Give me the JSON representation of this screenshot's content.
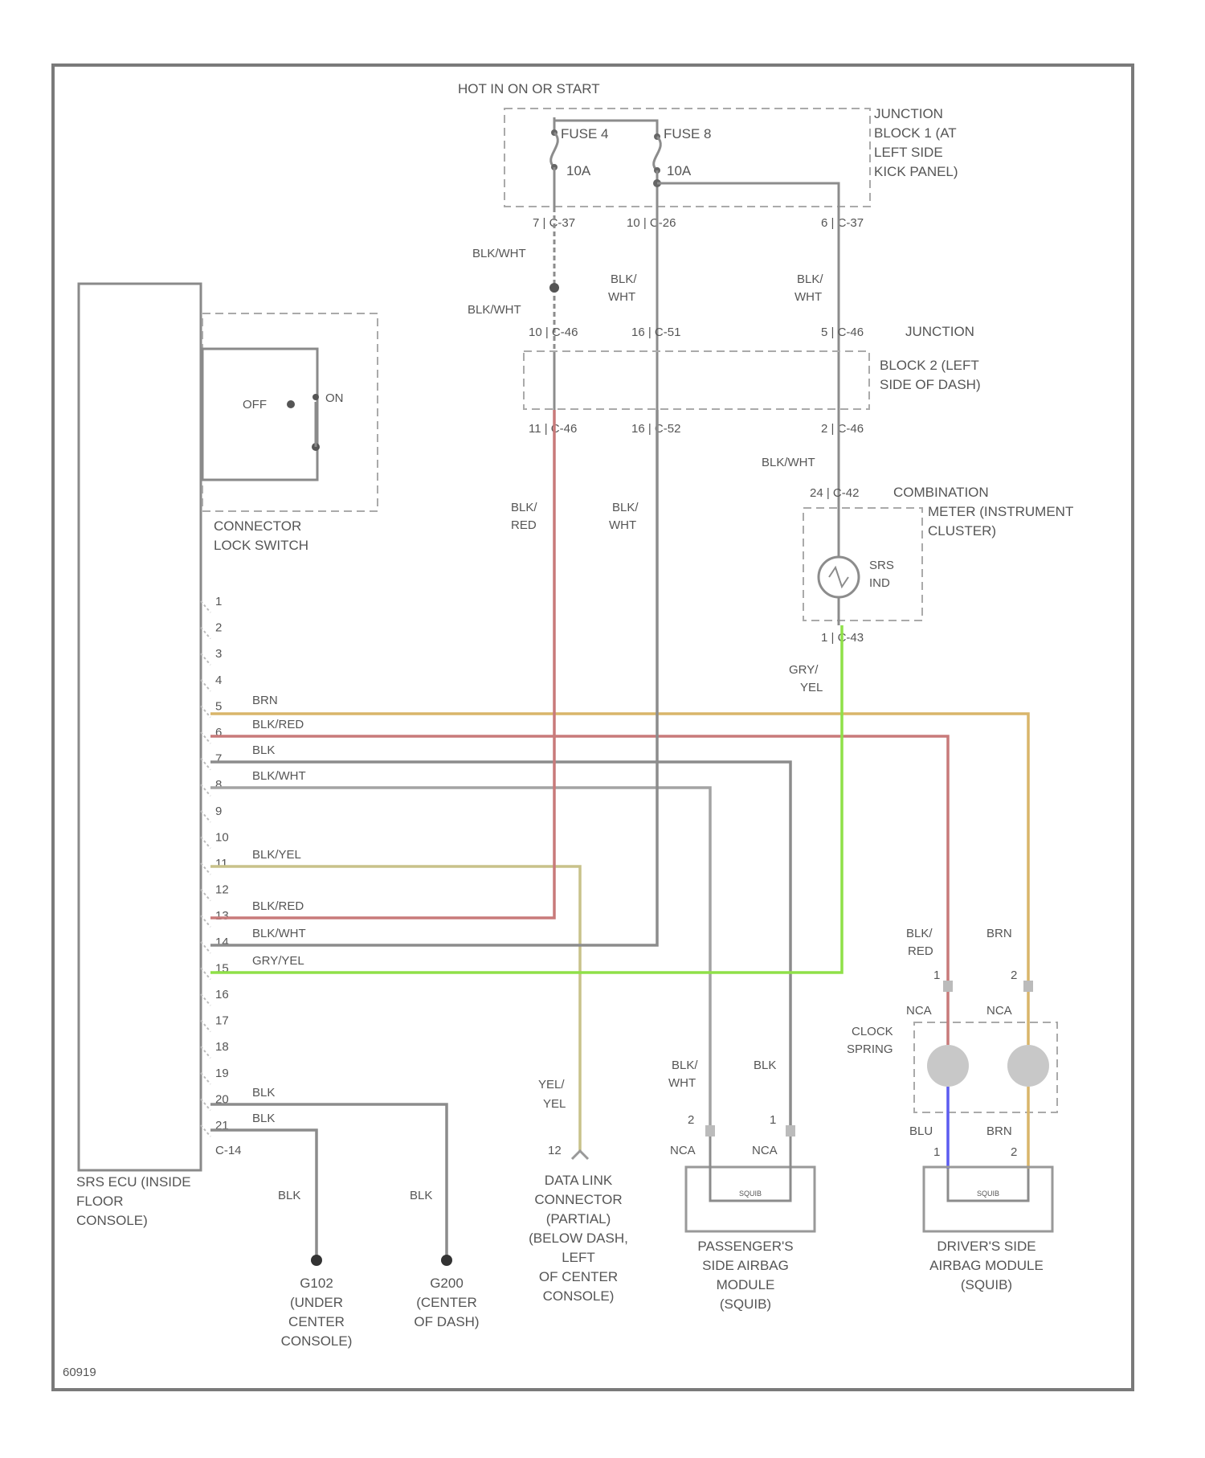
{
  "colors": {
    "brn": "#d9b56a",
    "blk_red": "#c87a7a",
    "blk": "#8c8c8c",
    "blk_wht": "#a3a3a3",
    "blk_yel": "#c8c28a",
    "gry_yel": "#8fe048",
    "blu": "#5c5cf0",
    "frame": "#7a7a7a"
  },
  "top_label": "HOT IN ON OR START",
  "fuse_a": {
    "name": "FUSE 4",
    "rating": "10A"
  },
  "fuse_b": {
    "name": "FUSE 8",
    "rating": "10A"
  },
  "junction_block_1": [
    "JUNCTION",
    "BLOCK 1 (AT",
    "LEFT SIDE",
    "KICK PANEL)"
  ],
  "jb1_connectors": {
    "a": "7 | C-37",
    "b": "10 | C-26",
    "c": "6 | C-37"
  },
  "wires_upper": {
    "a_top": "BLK/WHT",
    "a_bottom": "BLK/WHT",
    "b": [
      "BLK/",
      "WHT"
    ],
    "c": [
      "BLK/",
      "WHT"
    ]
  },
  "jb2_top_connectors": {
    "a": "10 | C-46",
    "b": "16 | C-51",
    "c": "5 | C-46"
  },
  "jb2_junction_word": "JUNCTION",
  "junction_block_2": [
    "BLOCK 2 (LEFT",
    "SIDE OF DASH)"
  ],
  "jb2_bottom_connectors": {
    "a": "11 | C-46",
    "b": "16 | C-52",
    "c": "2 | C-46"
  },
  "wire_to_meter": "BLK/WHT",
  "meter_connector": "24 | C-42",
  "combination_meter": [
    "COMBINATION",
    "METER (INSTRUMENT",
    "CLUSTER)"
  ],
  "srs_ind": [
    "SRS",
    "IND"
  ],
  "meter_bottom_connector": "1 | C-43",
  "gry_yel_wire_label": [
    "GRY/",
    "YEL"
  ],
  "wire_blk_red_vertical": [
    "BLK/",
    "RED"
  ],
  "wire_blk_wht_vertical": [
    "BLK/",
    "WHT"
  ],
  "switch": {
    "off": "OFF",
    "on": "ON",
    "label": [
      "CONNECTOR",
      "LOCK SWITCH"
    ]
  },
  "ecu_pins": [
    "1",
    "2",
    "3",
    "4",
    "5",
    "6",
    "7",
    "8",
    "9",
    "10",
    "11",
    "12",
    "13",
    "14",
    "15",
    "16",
    "17",
    "18",
    "19",
    "20",
    "21"
  ],
  "ecu_pin_wires": {
    "5": "BRN",
    "6": "BLK/RED",
    "7": "BLK",
    "8": "BLK/WHT",
    "11": "BLK/YEL",
    "13": "BLK/RED",
    "14": "BLK/WHT",
    "15": "GRY/YEL",
    "20": "BLK",
    "21": "BLK"
  },
  "ecu_connector": "C-14",
  "ecu_label": [
    "SRS ECU (INSIDE",
    "FLOOR",
    "CONSOLE)"
  ],
  "ground_1": {
    "wire": "BLK",
    "label": [
      "G102",
      "(UNDER",
      "CENTER",
      "CONSOLE)"
    ]
  },
  "ground_2": {
    "wire": "BLK",
    "label": [
      "G200",
      "(CENTER",
      "OF DASH)"
    ]
  },
  "dlc": {
    "wire": [
      "YEL/",
      "YEL"
    ],
    "pin": "12",
    "label": [
      "DATA LINK",
      "CONNECTOR",
      "(PARTIAL)",
      "(BELOW DASH,",
      "LEFT",
      "OF CENTER",
      "CONSOLE)"
    ]
  },
  "passenger": {
    "wire_a": [
      "BLK/",
      "WHT"
    ],
    "wire_b": "BLK",
    "pin_a": "2",
    "pin_b": "1",
    "nca": "NCA",
    "label": [
      "PASSENGER'S",
      "SIDE AIRBAG",
      "MODULE",
      "(SQUIB)"
    ]
  },
  "driver": {
    "wire_top_a": [
      "BLK/",
      "RED"
    ],
    "wire_top_b": "BRN",
    "pin_1": "1",
    "pin_2": "2",
    "nca": "NCA",
    "clock_spring": [
      "CLOCK",
      "SPRING"
    ],
    "wire_bot_a": "BLU",
    "wire_bot_b": "BRN",
    "label": [
      "DRIVER'S SIDE",
      "AIRBAG MODULE",
      "(SQUIB)"
    ]
  },
  "squib_inner": "SQUIB",
  "figure_code": "60919"
}
